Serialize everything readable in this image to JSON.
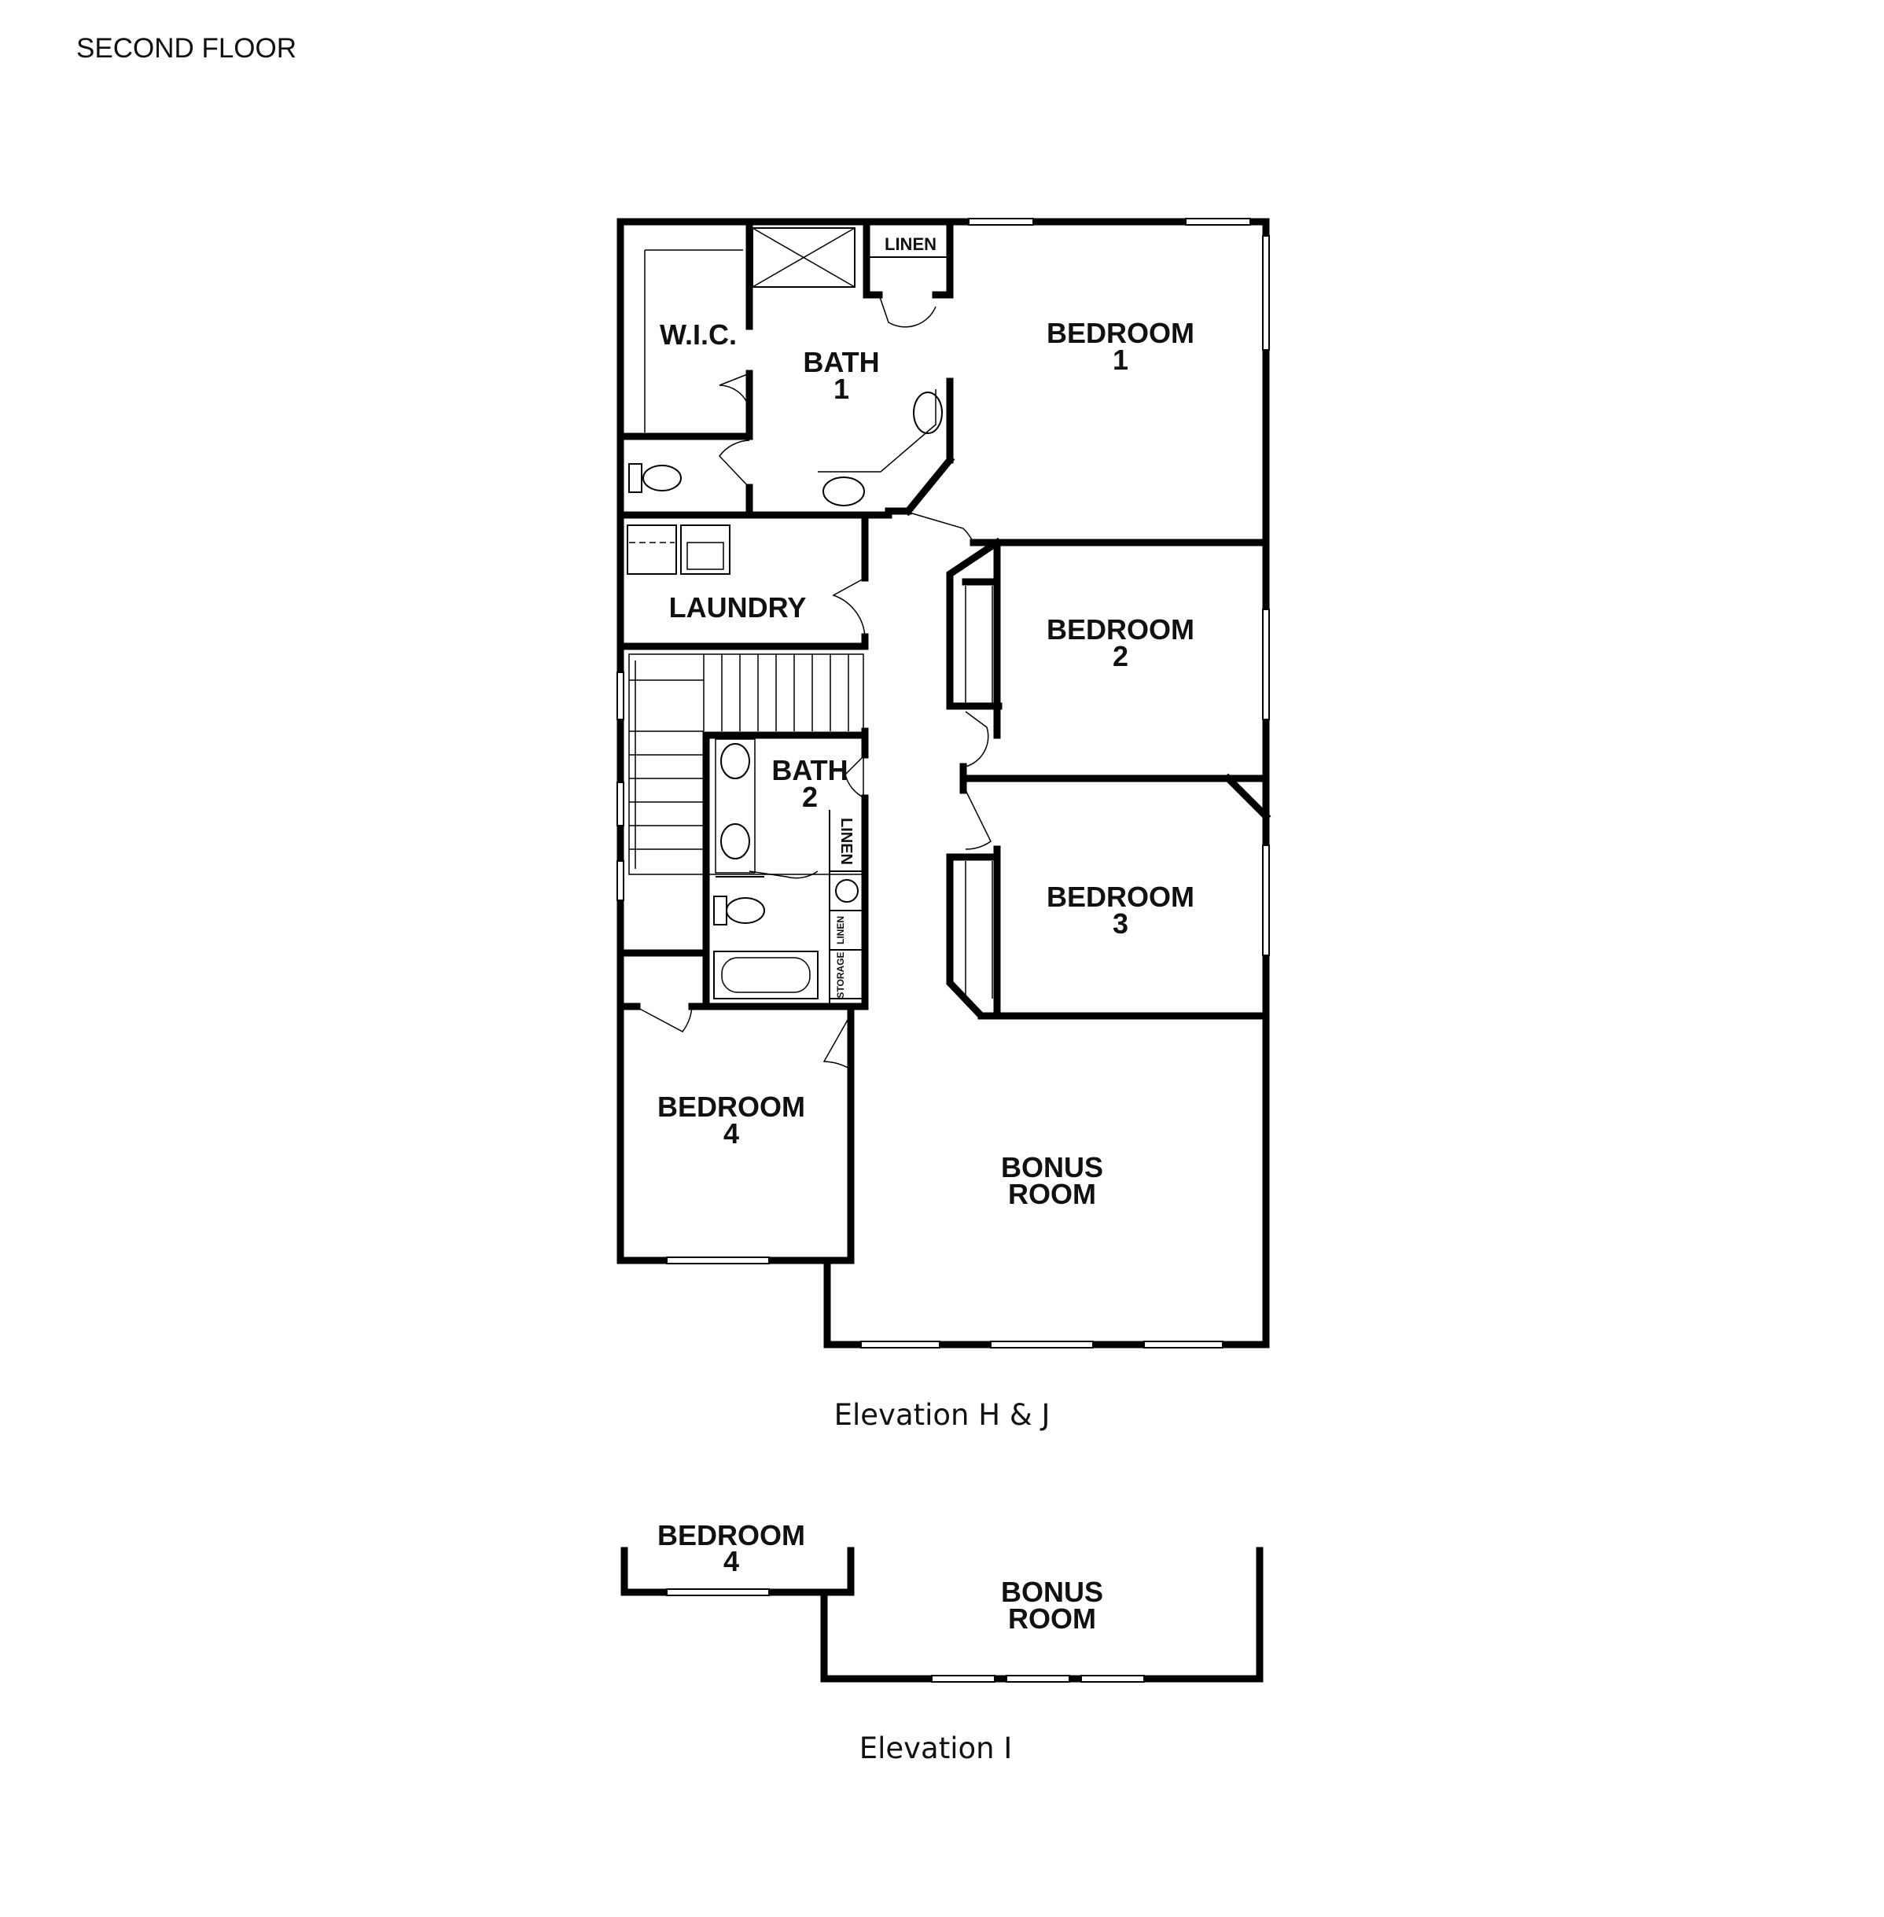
{
  "title": "SECOND FLOOR",
  "rooms": {
    "wic": "W.I.C.",
    "bath1": [
      "BATH",
      "1"
    ],
    "linen_top": "LINEN",
    "bedroom1": [
      "BEDROOM",
      "1"
    ],
    "laundry": "LAUNDRY",
    "bedroom2": [
      "BEDROOM",
      "2"
    ],
    "bath2": [
      "BATH",
      "2"
    ],
    "linen_bath2": "LINEN",
    "linen_small": "LINEN",
    "storage": "STORAGE",
    "bedroom3": [
      "BEDROOM",
      "3"
    ],
    "bedroom4": [
      "BEDROOM",
      "4"
    ],
    "bonus_room": [
      "BONUS",
      "ROOM"
    ]
  },
  "captions": {
    "elevation_hj": "Elevation H & J",
    "elevation_i": "Elevation I"
  },
  "alt_plan": {
    "bedroom4": [
      "BEDROOM",
      "4"
    ],
    "bonus_room": [
      "BONUS",
      "ROOM"
    ]
  },
  "colors": {
    "wall": "#000000",
    "background": "#ffffff"
  }
}
